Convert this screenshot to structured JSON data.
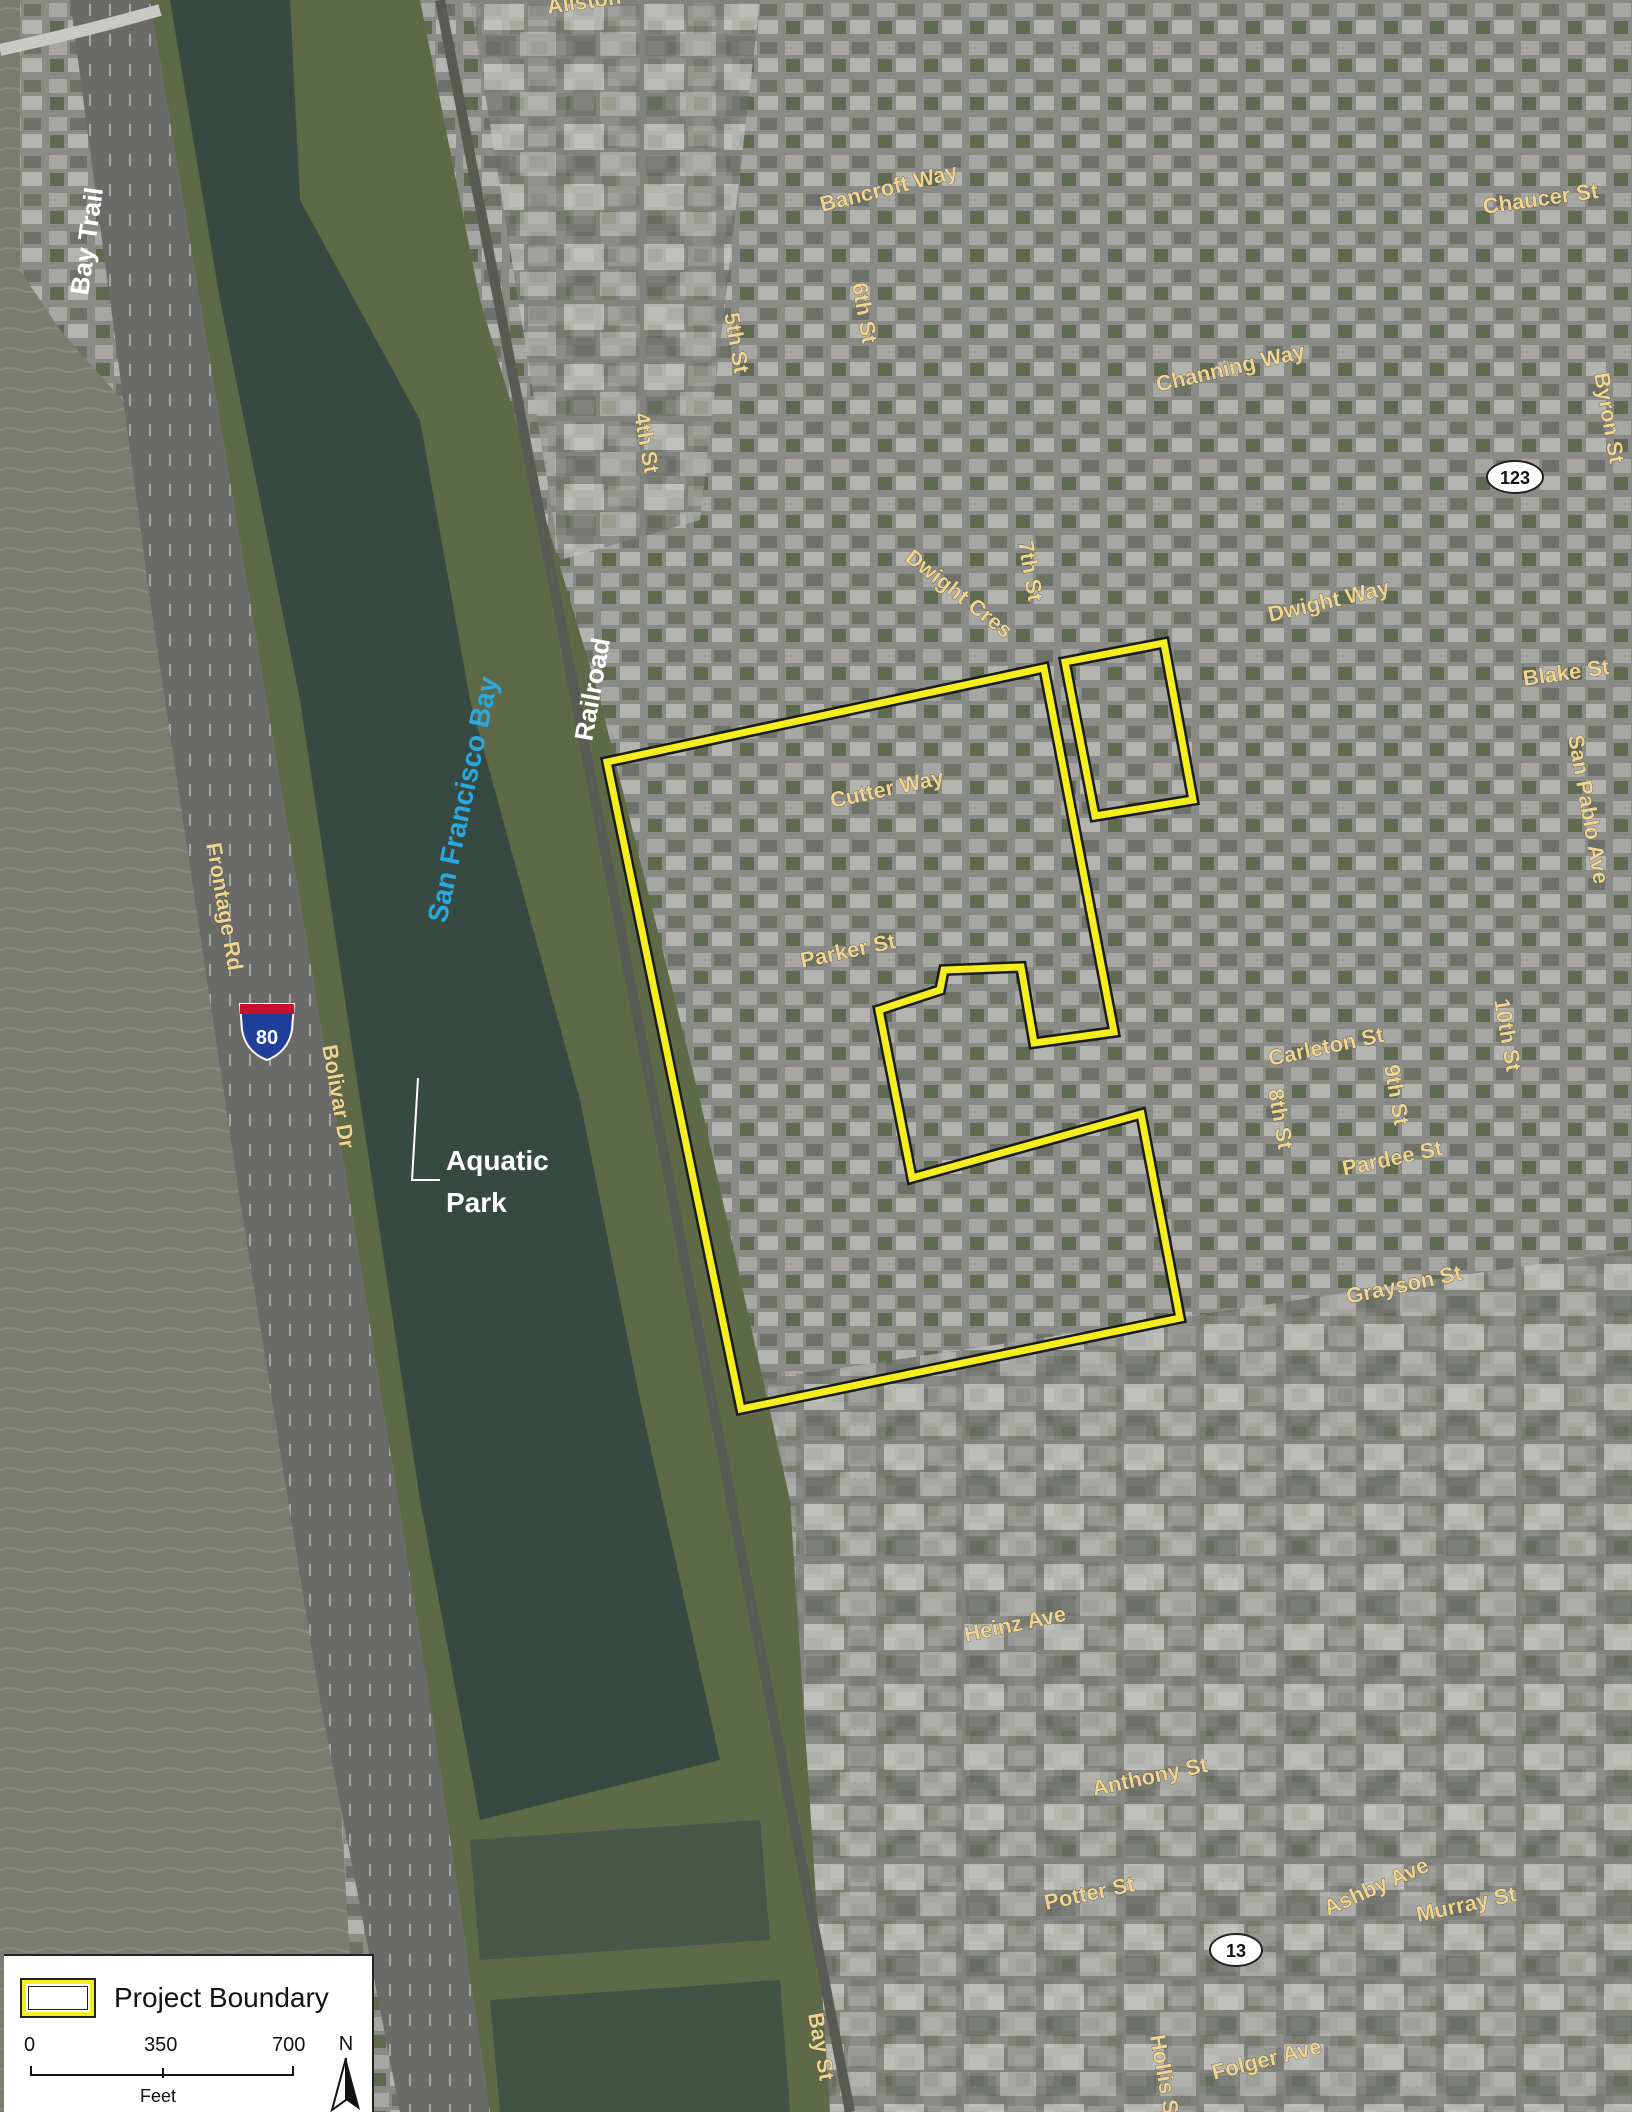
{
  "colors": {
    "water_bay": "#76776b",
    "water_lagoon": "#384a42",
    "urban": "#8d8e8a",
    "parkland": "#5d6a48",
    "street_label": "#f0d590",
    "boundary": "#f4ee1e",
    "bay_label": "#2aa8e0",
    "white_label": "#ffffff"
  },
  "labels": {
    "allston": "Allston",
    "bay_trail": "Bay Trail",
    "bancroft_way": "Bancroft Way",
    "chaucer_st": "Chaucer St",
    "sixth_st": "6th St",
    "fifth_st": "5th St",
    "channing_way": "Channing Way",
    "byron_st": "Byron St",
    "fourth_st": "4th St",
    "dwight_cres": "Dwight Cres",
    "seventh_st": "7th St",
    "dwight_way": "Dwight Way",
    "blake_st": "Blake St",
    "railroad": "Railroad",
    "san_francisco_bay": "San Francisco Bay",
    "cutter_way": "Cutter Way",
    "san_pablo_ave": "San Pablo Ave",
    "frontage_rd": "Frontage Rd",
    "parker_st": "Parker St",
    "bolivar_dr": "Bolivar Dr",
    "carleton_st": "Carleton St",
    "tenth_st": "10th St",
    "ninth_st": "9th St",
    "eighth_st": "8th St",
    "pardee_st": "Pardee St",
    "aquatic_park_1": "Aquatic",
    "aquatic_park_2": "Park",
    "grayson_st": "Grayson St",
    "heinz_ave": "Heinz Ave",
    "anthony_st": "Anthony St",
    "potter_st": "Potter St",
    "ashby_ave": "Ashby Ave",
    "murray_st": "Murray St",
    "bay_st": "Bay St",
    "hollis_st": "Hollis St",
    "folger_ave": "Folger Ave"
  },
  "shields": {
    "interstate": "80",
    "route_123": "123",
    "route_13": "13"
  },
  "legend": {
    "boundary_label": "Project Boundary",
    "scale_ticks": [
      "0",
      "350",
      "700"
    ],
    "scale_units": "Feet",
    "north": "N"
  }
}
